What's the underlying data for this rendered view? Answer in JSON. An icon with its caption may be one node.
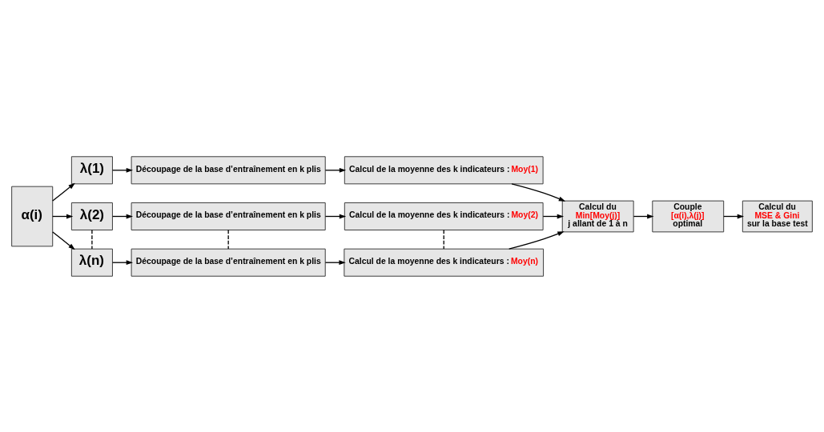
{
  "diagram": {
    "nodes": [
      {
        "text": [
          "α(i)"
        ]
      },
      {
        "text": [
          "λ(1)"
        ]
      },
      {
        "text": [
          "Découpage de la base d’entraînement en k plis"
        ]
      },
      {
        "text": [
          "Calcul de la moyenne des k indicateurs :",
          "Moy(1)"
        ]
      },
      {
        "text": [
          "λ(2)"
        ]
      },
      {
        "text": [
          "Découpage de la base d’entraînement en k plis"
        ]
      },
      {
        "text": [
          "Calcul de la moyenne des k indicateurs :",
          "Moy(2)"
        ]
      },
      {
        "text": [
          "Calcul du",
          "Min[Moy(j)]",
          "j allant de 1 à n"
        ]
      },
      {
        "text": [
          "λ(n)"
        ]
      },
      {
        "text": [
          "Découpage de la base d’entraînement en k plis"
        ]
      },
      {
        "text": [
          "Calcul de la moyenne des k indicateurs :",
          "Moy(n)"
        ]
      },
      {
        "text": [
          "Couple",
          "[α(i),λ(j)]",
          "optimal"
        ]
      },
      {
        "text": [
          "Calcul du",
          "MSE & Gini",
          "sur la base test"
        ]
      }
    ],
    "edges": [
      {
        "from": 0,
        "to": 1,
        "arrow": "to"
      },
      {
        "from": 0,
        "to": 4,
        "arrow": "to"
      },
      {
        "from": 0,
        "to": 8,
        "arrow": "to"
      },
      {
        "from": 1,
        "to": 2,
        "arrow": "to"
      },
      {
        "from": 2,
        "to": 3,
        "arrow": "to"
      },
      {
        "from": 4,
        "to": 5,
        "arrow": "to"
      },
      {
        "from": 5,
        "to": 6,
        "arrow": "to"
      },
      {
        "from": 8,
        "to": 9,
        "arrow": "to"
      },
      {
        "from": 9,
        "to": 10,
        "arrow": "to"
      },
      {
        "from": 3,
        "to": 7,
        "arrow": "to"
      },
      {
        "from": 6,
        "to": 7,
        "arrow": "to"
      },
      {
        "from": 10,
        "to": 7,
        "arrow": "to"
      },
      {
        "from": 7,
        "to": 11,
        "arrow": "to"
      },
      {
        "from": 11,
        "to": 12,
        "arrow": "to"
      },
      {
        "from": 4,
        "to": 8,
        "arrow": "none",
        "style": "dashed"
      },
      {
        "from": 5,
        "to": 9,
        "arrow": "none",
        "style": "dashed"
      },
      {
        "from": 6,
        "to": 10,
        "arrow": "none",
        "style": "dashed"
      }
    ]
  }
}
